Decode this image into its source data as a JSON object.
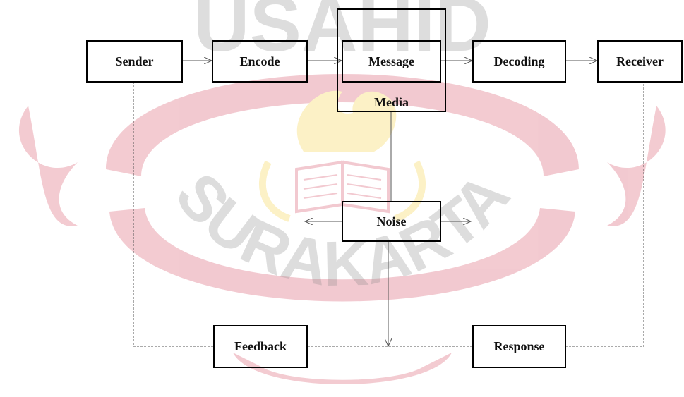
{
  "nodes": {
    "sender": "Sender",
    "encode": "Encode",
    "message": "Message",
    "media": "Media",
    "decoding": "Decoding",
    "receiver": "Receiver",
    "noise": "Noise",
    "feedback": "Feedback",
    "response": "Response"
  },
  "watermark": {
    "text_top": "USAHID",
    "text_bottom": "SURAKARTA",
    "color": "#c8102e",
    "accent_color": "#f2c200"
  }
}
